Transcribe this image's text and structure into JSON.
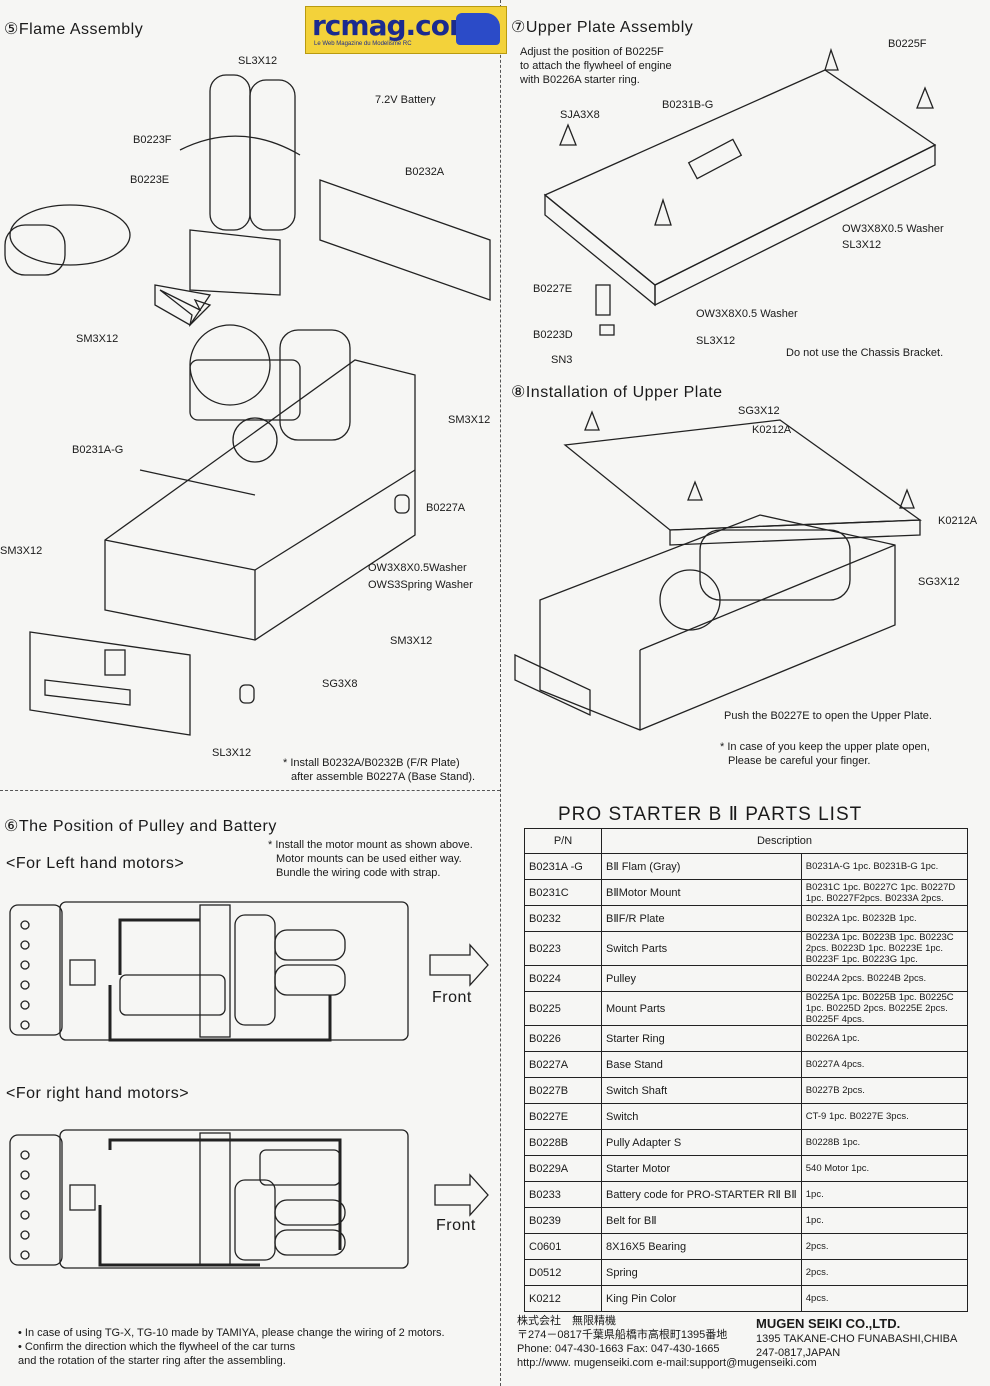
{
  "logo": {
    "text": "rcmag.com",
    "tagline": "Le Web Magazine du Modelisme RC"
  },
  "section5": {
    "title": "⑤Flame  Assembly",
    "labels": [
      "SL3X12",
      "7.2V Battery",
      "B0223F",
      "B0223E",
      "B0232A",
      "SM3X12",
      "SM3X12",
      "B0231A-G",
      "B0227A",
      "SM3X12",
      "OW3X8X0.5Washer",
      "OWS3Spring Washer",
      "SM3X12",
      "SG3X8",
      "SL3X12"
    ],
    "note": [
      "* Install B0232A/B0232B (F/R Plate)",
      "after assemble B0227A (Base Stand)."
    ]
  },
  "section6": {
    "title": "⑥The  Position  of  Pulley   and  Battery",
    "note": [
      "* Install the motor mount as shown above.",
      "Motor mounts can be used either way.",
      "Bundle the wiring code with strap."
    ],
    "left_heading": "<For  Left  hand  motors>",
    "right_heading": "<For  right  hand  motors>",
    "front_label": "Front",
    "bottom_notes": [
      "• In case of using TG-X, TG-10 made by TAMIYA, please change the wiring of 2 motors.",
      "• Confirm the direction which the flywheel of the car turns",
      "   and the rotation of the starter ring after the assembling."
    ]
  },
  "section7": {
    "title": "⑦Upper   Plate   Assembly",
    "intro": [
      "Adjust the position of B0225F",
      "to attach the flywheel of engine",
      "with B0226A starter ring."
    ],
    "labels": [
      "B0225F",
      "SJA3X8",
      "B0231B-G",
      "OW3X8X0.5 Washer",
      "SL3X12",
      "B0227E",
      "OW3X8X0.5  Washer",
      "B0223D",
      "SL3X12",
      "SN3"
    ],
    "note": "Do not use the Chassis Bracket."
  },
  "section8": {
    "title": "⑧Installation   of  Upper  Plate",
    "labels": [
      "SG3X12",
      "K0212A",
      "K0212A",
      "SG3X12"
    ],
    "push_note": "Push the B0227E to open the Upper Plate.",
    "caution": [
      "* In case of you keep the upper plate open,",
      "Please be careful your finger."
    ]
  },
  "parts_list": {
    "title": "PRO  STARTER   B Ⅱ PARTS  LIST",
    "headers": [
      "P/N",
      "Description"
    ],
    "rows": [
      {
        "pn": "B0231A -G",
        "name": "BⅡ Flam (Gray)",
        "desc": "B0231A-G 1pc.  B0231B-G 1pc."
      },
      {
        "pn": "B0231C",
        "name": "BⅡMotor Mount",
        "desc": "B0231C 1pc.  B0227C 1pc.  B0227D 1pc. B0227F2pcs.  B0233A 2pcs."
      },
      {
        "pn": "B0232",
        "name": "BⅡF/R Plate",
        "desc": "B0232A 1pc.  B0232B 1pc."
      },
      {
        "pn": "B0223",
        "name": "Switch Parts",
        "desc": "B0223A 1pc. B0223B 1pc. B0223C 2pcs. B0223D 1pc.  B0223E 1pc. B0223F 1pc. B0223G 1pc."
      },
      {
        "pn": "B0224",
        "name": "Pulley",
        "desc": "B0224A 2pcs.  B0224B 2pcs."
      },
      {
        "pn": "B0225",
        "name": "Mount Parts",
        "desc": "B0225A 1pc. B0225B 1pc. B0225C 1pc. B0225D 2pcs.  B0225E 2pcs.  B0225F 4pcs."
      },
      {
        "pn": "B0226",
        "name": "Starter Ring",
        "desc": "B0226A  1pc."
      },
      {
        "pn": "B0227A",
        "name": "Base Stand",
        "desc": "B0227A  4pcs."
      },
      {
        "pn": "B0227B",
        "name": "Switch Shaft",
        "desc": "B0227B  2pcs."
      },
      {
        "pn": "B0227E",
        "name": "Switch",
        "desc": "CT-9 1pc.  B0227E 3pcs."
      },
      {
        "pn": "B0228B",
        "name": "Pully Adapter S",
        "desc": "B0228B  1pc."
      },
      {
        "pn": "B0229A",
        "name": "Starter Motor",
        "desc": "540 Motor 1pc."
      },
      {
        "pn": "B0233",
        "name": "Battery code for PRO-STARTER  RⅡ  BⅡ",
        "desc": "1pc."
      },
      {
        "pn": "B0239",
        "name": "Belt for BⅡ",
        "desc": "1pc."
      },
      {
        "pn": "C0601",
        "name": "8X16X5 Bearing",
        "desc": "2pcs."
      },
      {
        "pn": "D0512",
        "name": "Spring",
        "desc": "2pcs."
      },
      {
        "pn": "K0212",
        "name": "King Pin Color",
        "desc": "4pcs."
      }
    ]
  },
  "footer": {
    "jp_company": "株式会社　無限精機",
    "jp_address": "〒274－0817千葉県船橋市高根町1395番地",
    "phone": "Phone: 047-430-1663  Fax: 047-430-1665",
    "web": "http://www. mugenseiki.com  e-mail:support@mugenseiki.com",
    "company": "MUGEN SEIKI CO.,LTD.",
    "address1": "1395 TAKANE-CHO FUNABASHI,CHIBA",
    "address2": "247-0817,JAPAN"
  }
}
